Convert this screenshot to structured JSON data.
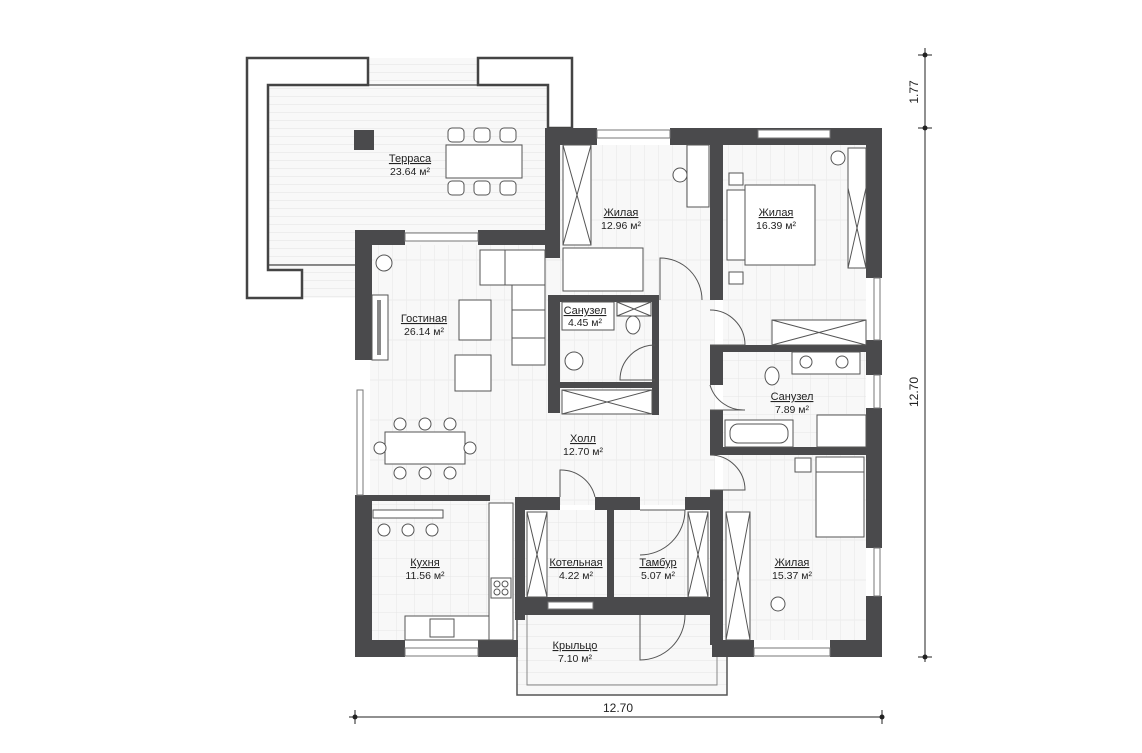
{
  "rooms": [
    {
      "id": "terrace",
      "name": "Терраса",
      "area": "23.64 м²"
    },
    {
      "id": "bedroom1",
      "name": "Жилая",
      "area": "12.96 м²"
    },
    {
      "id": "bedroom2",
      "name": "Жилая",
      "area": "16.39 м²"
    },
    {
      "id": "bath1",
      "name": "Санузел",
      "area": "4.45 м²"
    },
    {
      "id": "living",
      "name": "Гостиная",
      "area": "26.14 м²"
    },
    {
      "id": "bath2",
      "name": "Санузел",
      "area": "7.89 м²"
    },
    {
      "id": "hall",
      "name": "Холл",
      "area": "12.70 м²"
    },
    {
      "id": "kitchen",
      "name": "Кухня",
      "area": "11.56 м²"
    },
    {
      "id": "boiler",
      "name": "Котельная",
      "area": "4.22 м²"
    },
    {
      "id": "vestibule",
      "name": "Тамбур",
      "area": "5.07 м²"
    },
    {
      "id": "bedroom3",
      "name": "Жилая",
      "area": "15.37 м²"
    },
    {
      "id": "porch",
      "name": "Крыльцо",
      "area": "7.10 м²"
    }
  ],
  "dimensions": {
    "width": "12.70",
    "height": "12.70",
    "terrace_offset": "1.77"
  }
}
